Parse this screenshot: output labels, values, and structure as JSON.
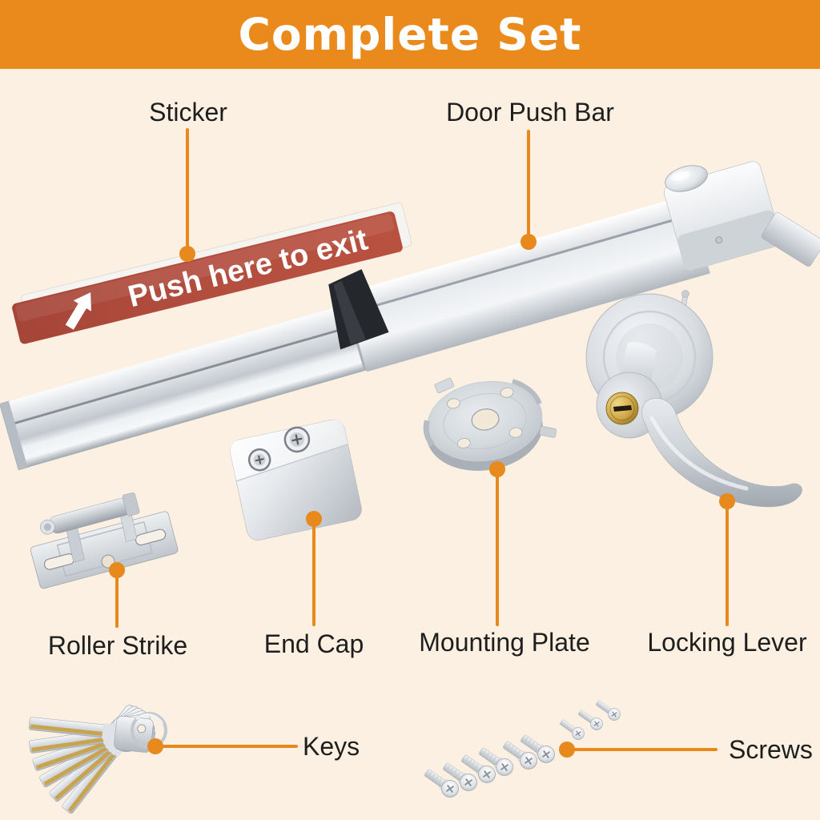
{
  "banner": {
    "title": "Complete Set"
  },
  "sticker": {
    "text": "Push here to exit"
  },
  "parts": {
    "sticker": {
      "label": "Sticker"
    },
    "door_push_bar": {
      "label": "Door Push Bar"
    },
    "roller_strike": {
      "label": "Roller Strike"
    },
    "end_cap": {
      "label": "End Cap"
    },
    "mounting_plate": {
      "label": "Mounting Plate"
    },
    "locking_lever": {
      "label": "Locking Lever"
    },
    "keys": {
      "label": "Keys"
    },
    "screws": {
      "label": "Screws"
    }
  },
  "colors": {
    "banner": "#EA8A1C",
    "background": "#FBF0E1",
    "callout": "#E8891E",
    "sticker_red": "#B04B3C",
    "label_text": "#1E1E1E",
    "metal_light": "#F4F6F8",
    "metal_dark": "#A9B0B8",
    "brass": "#C8A44E"
  }
}
